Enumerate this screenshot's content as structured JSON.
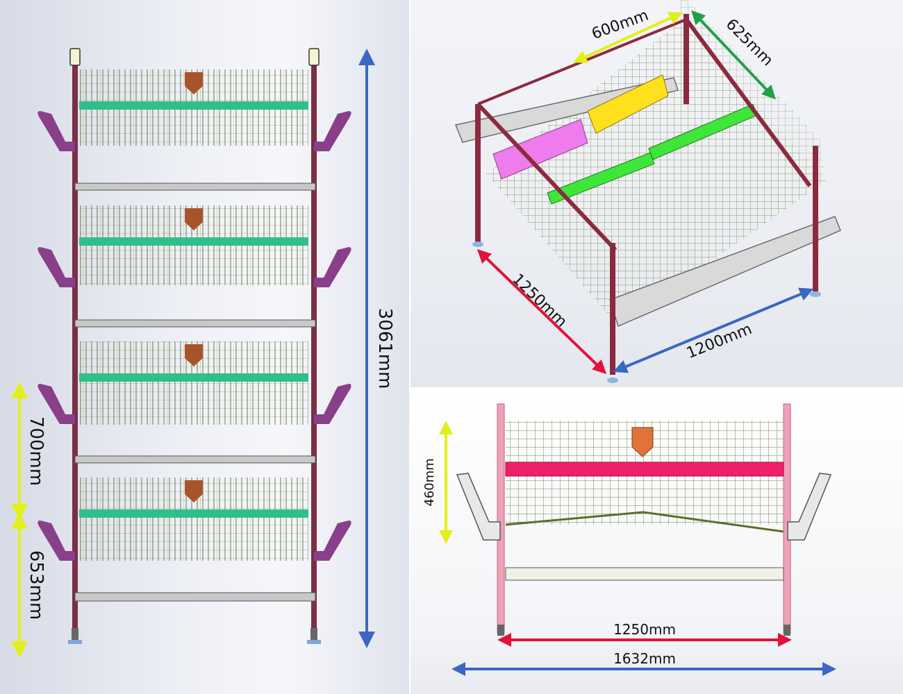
{
  "front_view": {
    "total_height": "3061mm",
    "tier_pitch": "700mm",
    "bottom_height": "653mm"
  },
  "iso_view": {
    "depth_top": "600mm",
    "depth_side": "625mm",
    "length": "1250mm",
    "width": "1200mm"
  },
  "side_view": {
    "cage_height": "460mm",
    "inner_width": "1250mm",
    "overall_width": "1632mm"
  },
  "colors": {
    "arrow_blue": "#3a67c4",
    "arrow_yellow": "#e3ef1c",
    "arrow_red": "#e3113b",
    "arrow_green": "#22a047",
    "post_maroon": "#7a2f45",
    "feeder_purple": "#8a3f8a",
    "trough_teal": "#2fbf8a",
    "side_pink": "#f0a0b8",
    "side_beam": "#f01f6a",
    "block_yellow": "#ffe01c",
    "block_pink": "#ee7cec",
    "block_green": "#3ee63a"
  }
}
